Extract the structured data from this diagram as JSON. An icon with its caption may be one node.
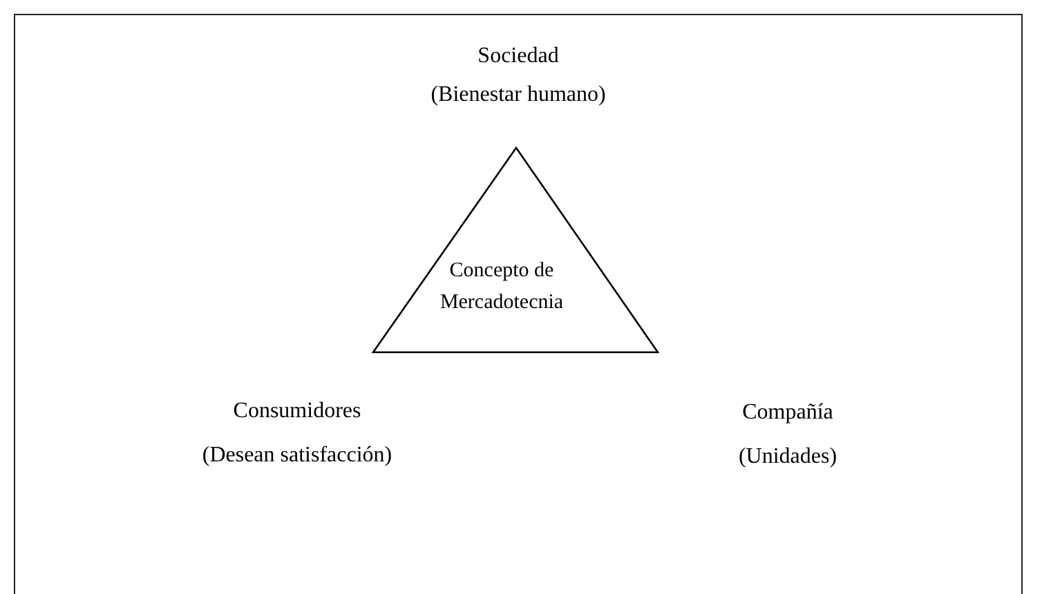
{
  "diagram": {
    "nodes": [
      {
        "text": [
          "Concepto de Mercadotecnia"
        ]
      }
    ],
    "edges": [],
    "labels": [
      "Sociedad",
      "(Bienestar humano)",
      "Consumidores",
      "(Desean satisfacción)",
      "Compañía",
      "(Unidades)"
    ]
  }
}
